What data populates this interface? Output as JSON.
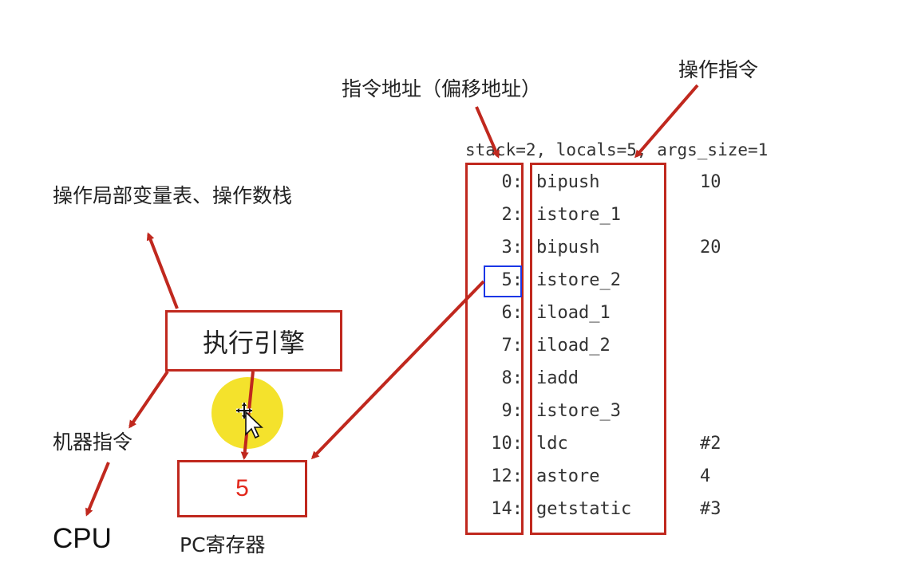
{
  "labels": {
    "instr_addr": "指令地址（偏移地址）",
    "op_instr": "操作指令",
    "locals_stack": "操作局部变量表、操作数栈",
    "engine": "执行引擎",
    "machine_instr": "机器指令",
    "cpu": "CPU",
    "pc_register": "PC寄存器",
    "pc_value": "5"
  },
  "bytecode": {
    "header": "stack=2, locals=5, args_size=1",
    "current_addr": "5:",
    "rows": [
      {
        "addr": "0:",
        "op": "bipush",
        "arg": "10"
      },
      {
        "addr": "2:",
        "op": "istore_1",
        "arg": ""
      },
      {
        "addr": "3:",
        "op": "bipush",
        "arg": "20"
      },
      {
        "addr": "5:",
        "op": "istore_2",
        "arg": ""
      },
      {
        "addr": "6:",
        "op": "iload_1",
        "arg": ""
      },
      {
        "addr": "7:",
        "op": "iload_2",
        "arg": ""
      },
      {
        "addr": "8:",
        "op": "iadd",
        "arg": ""
      },
      {
        "addr": "9:",
        "op": "istore_3",
        "arg": ""
      },
      {
        "addr": "10:",
        "op": "ldc",
        "arg": "#2"
      },
      {
        "addr": "12:",
        "op": "astore",
        "arg": "4"
      },
      {
        "addr": "14:",
        "op": "getstatic",
        "arg": "#3"
      }
    ]
  },
  "colors": {
    "arrow": "#c0281e",
    "highlight": "#1a36e6",
    "pc_value": "#e2281c",
    "cursor_spot": "#f3df1a"
  },
  "icons": {
    "cursor": "move-cursor-icon"
  }
}
